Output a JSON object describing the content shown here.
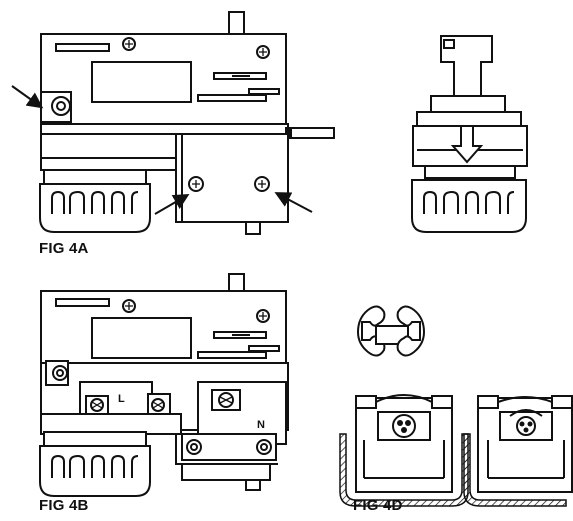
{
  "figures": {
    "fig_4a": {
      "caption": "FIG 4A"
    },
    "fig_4b": {
      "caption": "FIG 4B",
      "terminal_live": "L",
      "terminal_neutral": "N"
    },
    "fig_4d": {
      "caption": "FIG 4D"
    }
  }
}
